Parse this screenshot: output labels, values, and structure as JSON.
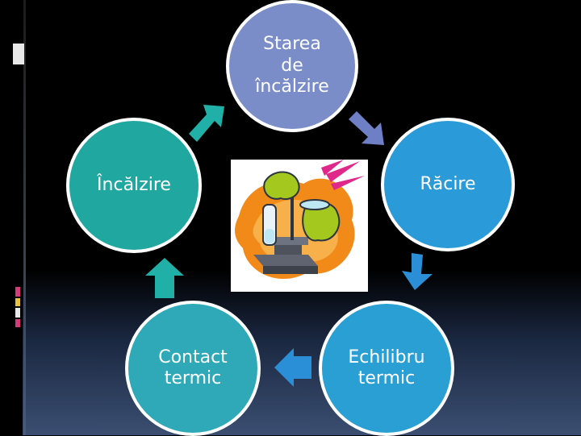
{
  "diagram": {
    "nodes": {
      "top": "Starea\nde\nîncălzire",
      "right": "Răcire",
      "left": "Încălzire",
      "bottom_left": "Contact\ntermic",
      "bottom_right": "Echilibru\ntermic"
    },
    "colors": {
      "top": "#7b8dc9",
      "right": "#2a9ad9",
      "left": "#1fa7a0",
      "bottom_left": "#2fa9b8",
      "bottom_right": "#2a9fd4",
      "arrow_purple": "#6f7fc6",
      "arrow_teal": "#21b0a8",
      "arrow_blue": "#2b8fd8"
    },
    "center_image": "lab-scientist-clipart"
  }
}
